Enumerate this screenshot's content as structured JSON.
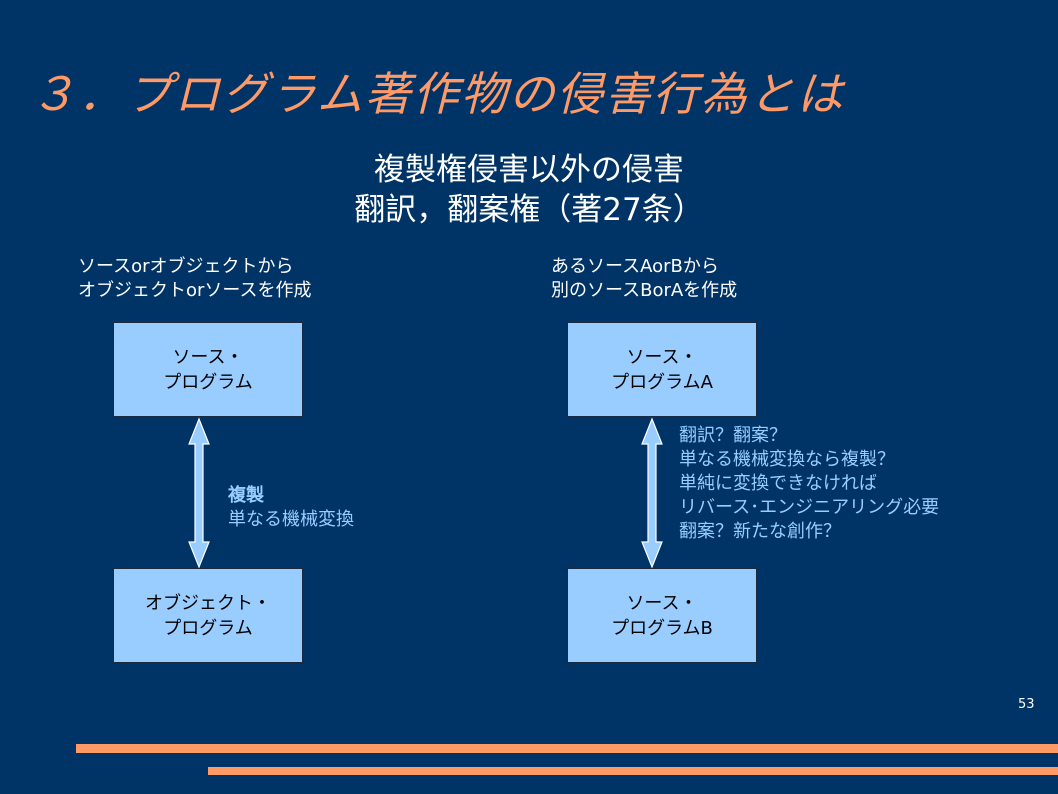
{
  "title": "３．プログラム著作物の侵害行為とは",
  "subtitle": {
    "line1": "複製権侵害以外の侵害",
    "line2": "翻訳，翻案権（著27条）"
  },
  "left": {
    "desc_line1": "ソースorオブジェクトから",
    "desc_line2": "オブジェクトorソースを作成",
    "top_box": [
      "ソース・",
      "プログラム"
    ],
    "bottom_box": [
      "オブジェクト・",
      "プログラム"
    ],
    "annotation_bold": "複製",
    "annotation": "単なる機械変換"
  },
  "right": {
    "desc_line1": "あるソースAorBから",
    "desc_line2": "別のソースBorAを作成",
    "top_box": [
      "ソース・",
      "プログラムA"
    ],
    "bottom_box": [
      "ソース・",
      "プログラムB"
    ],
    "annotation": [
      "翻訳？翻案？",
      "単なる機械変換なら複製？",
      "単純に変換できなければ",
      "リバース･エンジニアリング必要",
      "翻案？新たな創作？"
    ]
  },
  "page_number": "53",
  "colors": {
    "background": "#003366",
    "accent": "#ff9966",
    "box_fill": "#99ccff",
    "annotation_text": "#99ccff",
    "text": "#ffffff"
  }
}
